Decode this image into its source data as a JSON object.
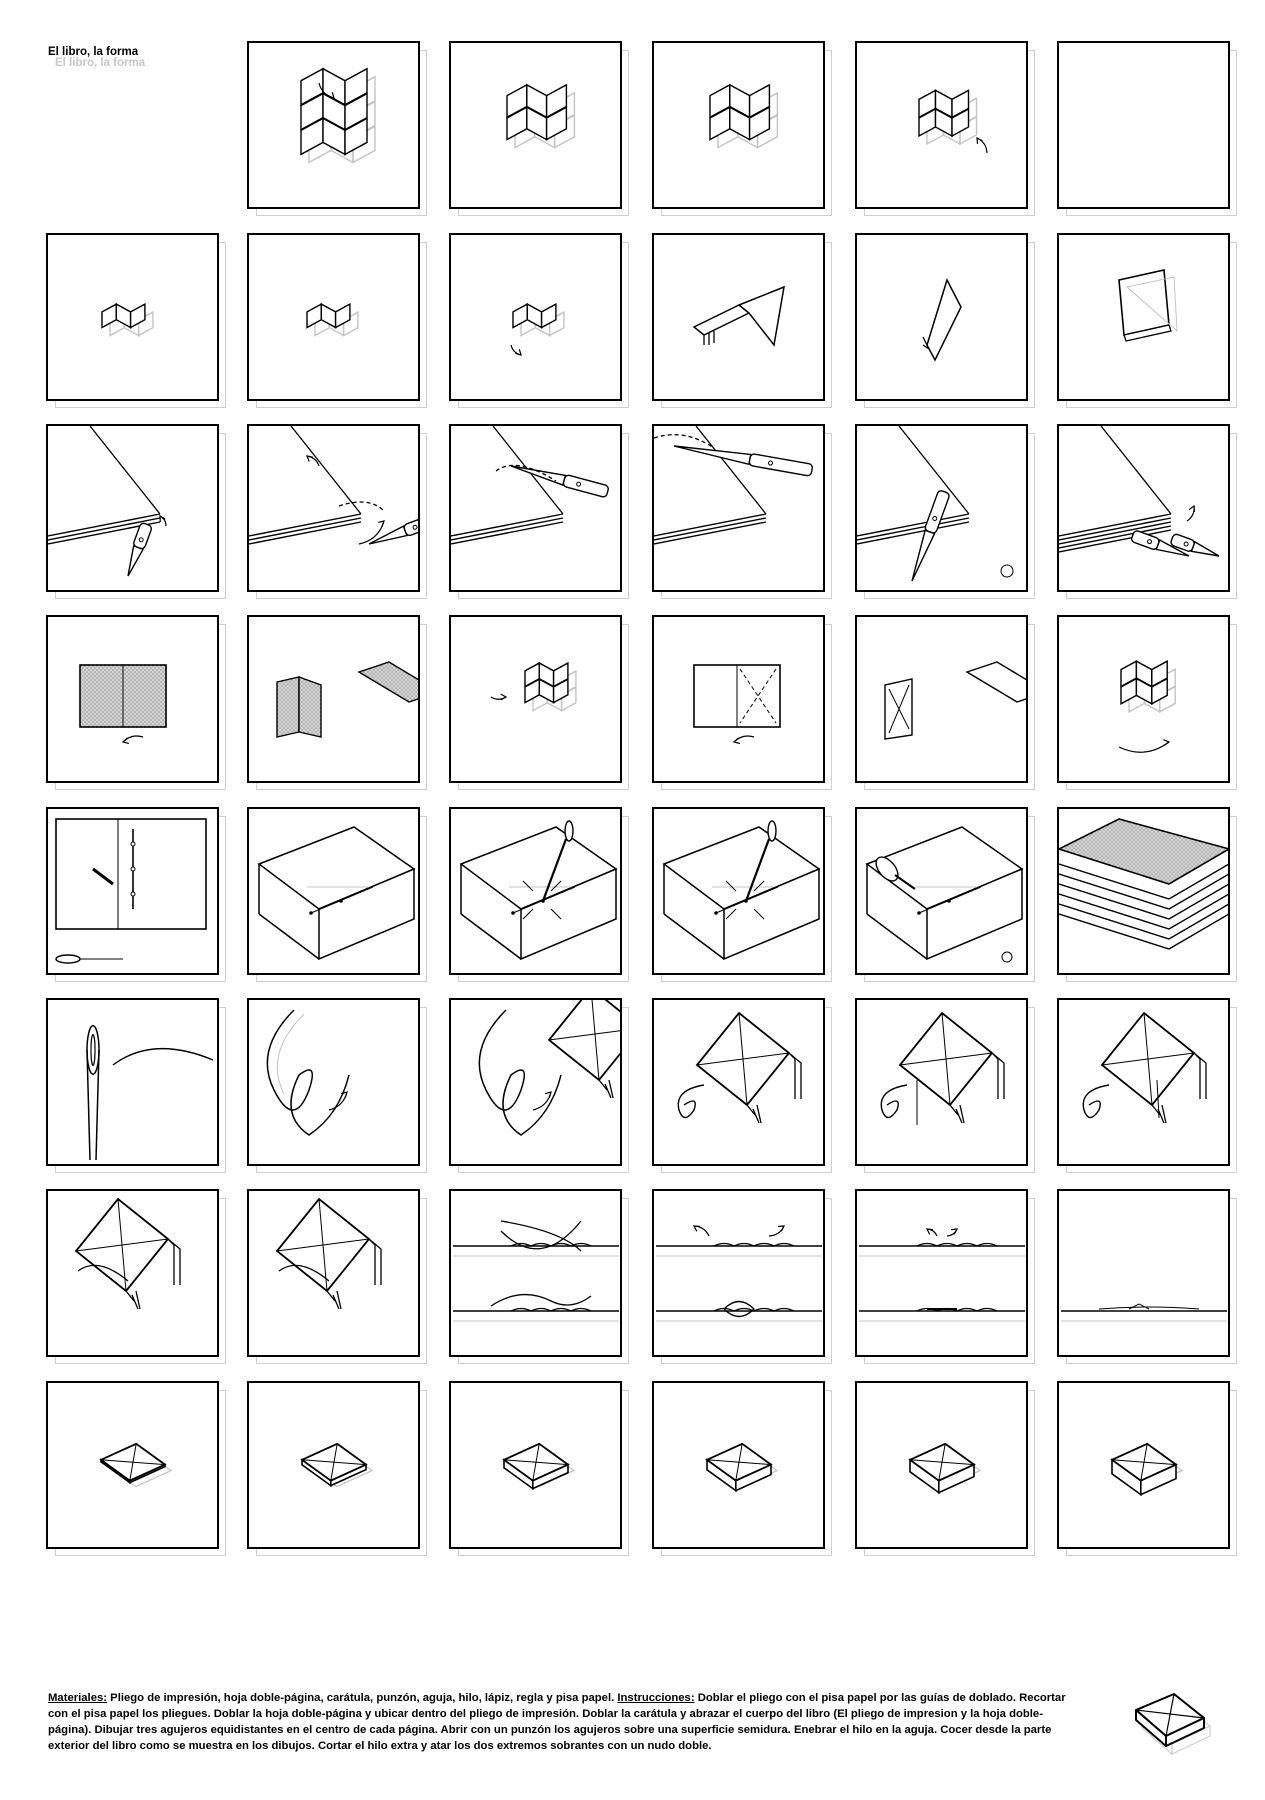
{
  "title": "El libro, la forma",
  "footer": {
    "materials_label": "Materiales:",
    "materials_text": " Pliego de impresión, hoja doble-página, carátula, punzón, aguja, hilo, lápiz, regla y pisa papel. ",
    "instructions_label": "Instrucciones:",
    "instructions_text": " Doblar el pliego con el pisa papel por las guías de doblado.  Recortar  con el pisa papel los pliegues. Doblar la hoja doble-página y ubicar dentro del pliego de impresión.  Doblar la carátula y abrazar el cuerpo del libro (El pliego de impresion y la hoja doble-página). Dibujar tres agujeros equidistantes en el centro de cada página. Abrir con un punzón los agujeros sobre una superficie semidura.  Enebrar el hilo en la aguja. Cocer desde la parte exterior del libro como se muestra en los dibujos. Cortar el hilo extra y atar los dos extremos sobrantes con un nudo doble."
  },
  "colors": {
    "ink": "#000000",
    "shadow": "#cfcfcf",
    "halftone": "#b8b8b8"
  }
}
